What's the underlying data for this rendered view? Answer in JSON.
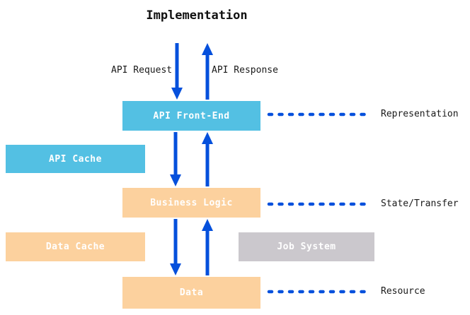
{
  "title": "Implementation",
  "flow": {
    "request_label": "API Request",
    "response_label": "API Response"
  },
  "nodes": {
    "api_front_end": {
      "label": "API Front-End",
      "color": "#53C0E3"
    },
    "api_cache": {
      "label": "API Cache",
      "color": "#53C0E3"
    },
    "business_logic": {
      "label": "Business Logic",
      "color": "#FCD19E"
    },
    "data_cache": {
      "label": "Data Cache",
      "color": "#FCD19E"
    },
    "job_system": {
      "label": "Job System",
      "color": "#CBC8CD"
    },
    "data": {
      "label": "Data",
      "color": "#FCD19E"
    }
  },
  "layers": {
    "representation": "Representation",
    "state_transfer": "State/Transfer",
    "resource": "Resource"
  },
  "colors": {
    "box_blue": "#53C0E3",
    "box_orange": "#FCD19E",
    "box_gray": "#CBC8CD",
    "arrow_blue": "#0550DC",
    "text_dark": "#1a1a1a"
  }
}
